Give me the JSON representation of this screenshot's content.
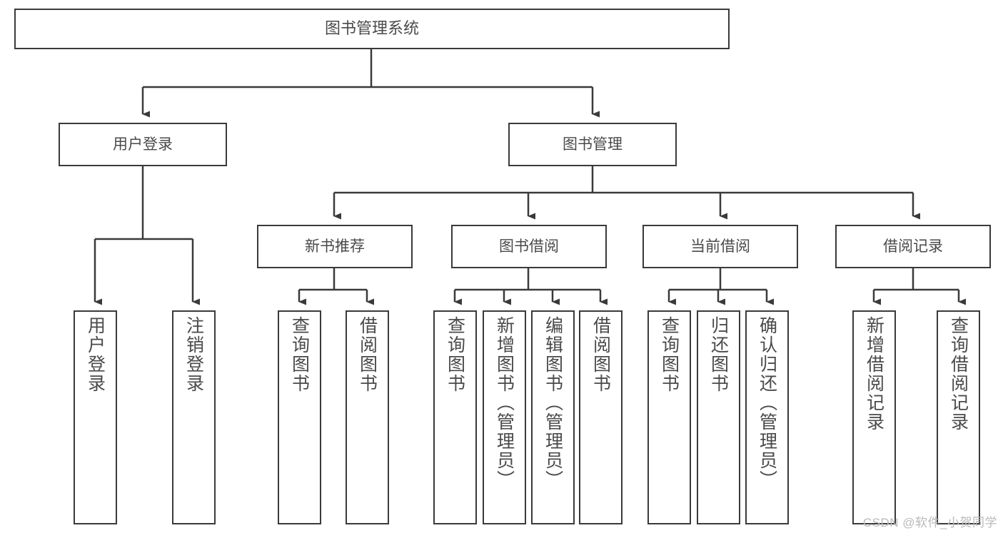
{
  "diagram": {
    "title": "图书管理系统",
    "type": "tree-hierarchy-chart",
    "colors": {
      "box_border": "#3a3a3a",
      "box_fill": "#ffffff",
      "text": "#4a4a4a",
      "connector": "#3a3a3a",
      "watermark": "#b9b9b9"
    },
    "root": {
      "label": "图书管理系统"
    },
    "level2": [
      {
        "label": "用户登录"
      },
      {
        "label": "图书管理"
      }
    ],
    "level3": [
      {
        "label": "新书推荐"
      },
      {
        "label": "图书借阅"
      },
      {
        "label": "当前借阅"
      },
      {
        "label": "借阅记录"
      }
    ],
    "leaves": {
      "user_login": [
        {
          "label": "用户登录"
        },
        {
          "label": "注销登录"
        }
      ],
      "new_book_recommend": [
        {
          "label": "查询图书"
        },
        {
          "label": "借阅图书"
        }
      ],
      "book_borrow": [
        {
          "label": "查询图书"
        },
        {
          "label": "新增图书（管理员）"
        },
        {
          "label": "编辑图书（管理员）"
        },
        {
          "label": "借阅图书"
        }
      ],
      "current_borrow": [
        {
          "label": "查询图书"
        },
        {
          "label": "归还图书"
        },
        {
          "label": "确认归还（管理员）"
        }
      ],
      "borrow_record": [
        {
          "label": "新增借阅记录"
        },
        {
          "label": "查询借阅记录"
        }
      ]
    }
  },
  "watermark": {
    "text": "CSDN @软件_小贺同学"
  }
}
